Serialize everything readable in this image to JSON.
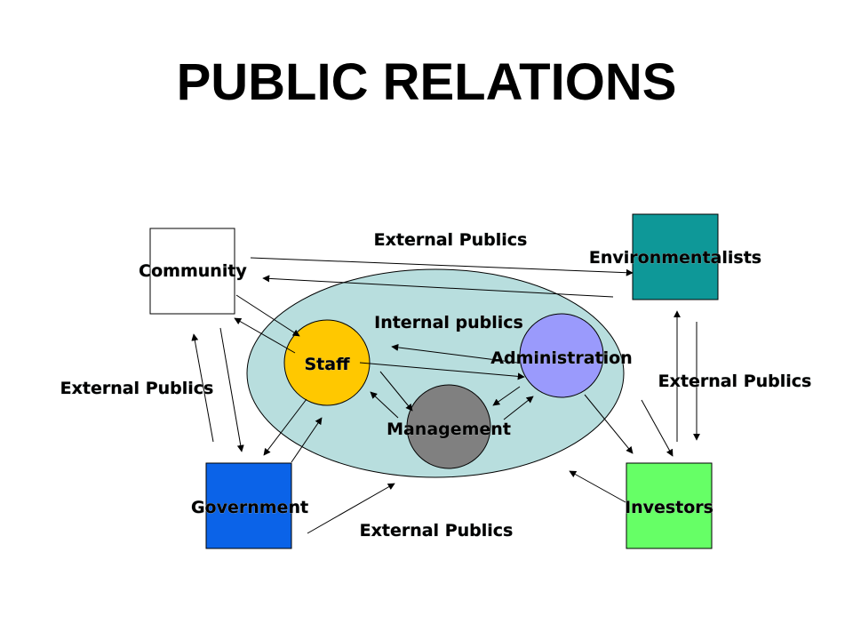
{
  "title": "PUBLIC RELATIONS",
  "ellipse_color": "#b8dede",
  "external": {
    "top": "External Publics",
    "left": "External Publics",
    "right": "External Publics",
    "bottom": "External Publics"
  },
  "internal_label": "Internal publics",
  "nodes": {
    "community": {
      "label": "Community",
      "color": "#ffffff"
    },
    "environmentalists": {
      "label": "Environmentalists",
      "color": "#0e9898"
    },
    "government": {
      "label": "Government",
      "color": "#0b63e8"
    },
    "investors": {
      "label": "Investors",
      "color": "#66ff66"
    },
    "staff": {
      "label": "Staff",
      "color": "#ffc800"
    },
    "administration": {
      "label": "Administration",
      "color": "#9a9afc"
    },
    "management": {
      "label": "Management",
      "color": "#808080"
    }
  }
}
